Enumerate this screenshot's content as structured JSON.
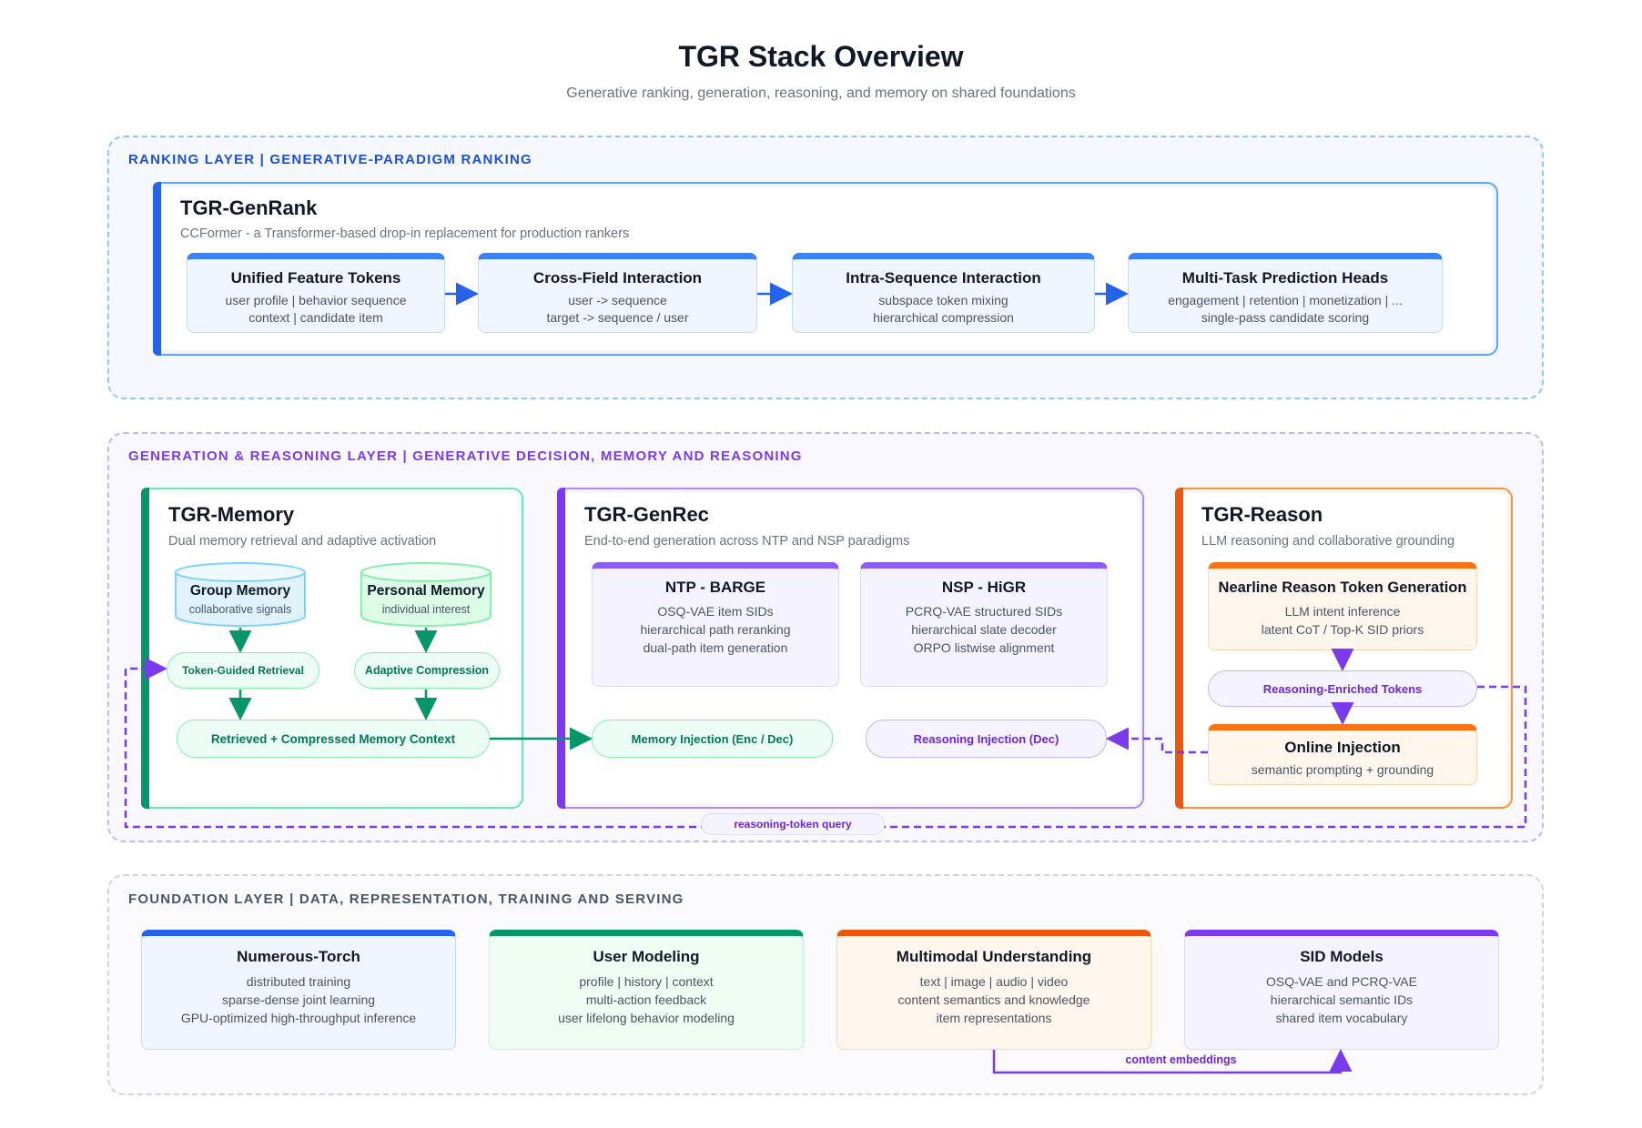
{
  "header": {
    "title": "TGR Stack Overview",
    "subtitle": "Generative ranking, generation, reasoning, and memory on shared foundations"
  },
  "colors": {
    "blue": "#2563eb",
    "purple": "#7c3aed",
    "green": "#059669",
    "orange": "#ea580c",
    "slate": "#475569"
  },
  "ranking": {
    "label": "RANKING LAYER | GENERATIVE-PARADIGM RANKING",
    "card_title": "TGR-GenRank",
    "card_sub": "CCFormer - a Transformer-based drop-in replacement for production rankers",
    "steps": [
      {
        "title": "Unified Feature Tokens",
        "lines": [
          "user profile | behavior sequence",
          "context | candidate item"
        ]
      },
      {
        "title": "Cross-Field Interaction",
        "lines": [
          "user -> sequence",
          "target -> sequence / user"
        ]
      },
      {
        "title": "Intra-Sequence Interaction",
        "lines": [
          "subspace token mixing",
          "hierarchical compression"
        ]
      },
      {
        "title": "Multi-Task Prediction Heads",
        "lines": [
          "engagement | retention | monetization | ...",
          "single-pass candidate scoring"
        ]
      }
    ]
  },
  "genreason": {
    "label": "GENERATION & REASONING LAYER | GENERATIVE DECISION, MEMORY AND REASONING",
    "memory": {
      "title": "TGR-Memory",
      "sub": "Dual memory retrieval and adaptive activation",
      "group": {
        "title": "Group Memory",
        "sub": "collaborative signals"
      },
      "personal": {
        "title": "Personal Memory",
        "sub": "individual interest"
      },
      "retrieval": "Token-Guided Retrieval",
      "compression": "Adaptive Compression",
      "context": "Retrieved + Compressed Memory Context"
    },
    "genrec": {
      "title": "TGR-GenRec",
      "sub": "End-to-end generation across NTP and NSP paradigms",
      "ntp": {
        "title": "NTP - BARGE",
        "lines": [
          "OSQ-VAE item SIDs",
          "hierarchical path reranking",
          "dual-path item generation"
        ]
      },
      "nsp": {
        "title": "NSP - HiGR",
        "lines": [
          "PCRQ-VAE structured SIDs",
          "hierarchical slate decoder",
          "ORPO listwise alignment"
        ]
      },
      "memory_injection": "Memory Injection (Enc / Dec)",
      "reasoning_injection": "Reasoning Injection (Dec)"
    },
    "reason": {
      "title": "TGR-Reason",
      "sub": "LLM reasoning and collaborative grounding",
      "nearline": {
        "title": "Nearline Reason Token Generation",
        "lines": [
          "LLM intent inference",
          "latent CoT / Top-K SID priors"
        ]
      },
      "tokens": "Reasoning-Enriched Tokens",
      "online": {
        "title": "Online Injection",
        "lines": [
          "semantic prompting + grounding"
        ]
      }
    },
    "query_label": "reasoning-token query"
  },
  "foundation": {
    "label": "FOUNDATION LAYER | DATA, REPRESENTATION, TRAINING AND SERVING",
    "boxes": [
      {
        "title": "Numerous-Torch",
        "lines": [
          "distributed training",
          "sparse-dense joint learning",
          "GPU-optimized high-throughput inference"
        ]
      },
      {
        "title": "User Modeling",
        "lines": [
          "profile | history | context",
          "multi-action feedback",
          "user lifelong behavior modeling"
        ]
      },
      {
        "title": "Multimodal Understanding",
        "lines": [
          "text | image | audio | video",
          "content semantics and knowledge",
          "item representations"
        ]
      },
      {
        "title": "SID Models",
        "lines": [
          "OSQ-VAE and PCRQ-VAE",
          "hierarchical semantic IDs",
          "shared item vocabulary"
        ]
      }
    ],
    "embed_label": "content embeddings"
  }
}
